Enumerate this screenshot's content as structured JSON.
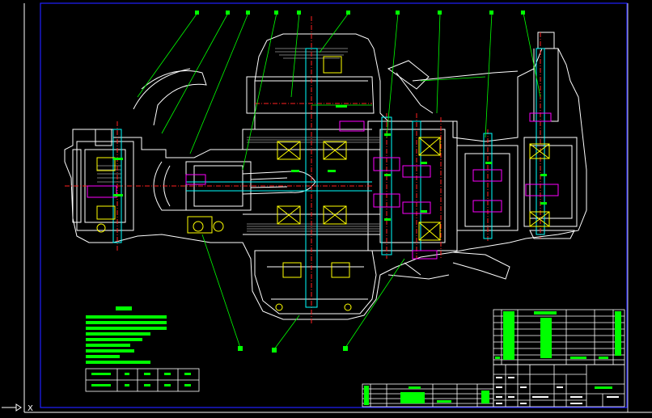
{
  "drawing": {
    "type": "CAD assembly drawing (engine / transmission cross-section)",
    "background": "#000000",
    "colors": {
      "frame": "#ffffff",
      "inner_border": "#2020ff",
      "outline": "#ffffff",
      "centerline": "#ff2020",
      "leader": "#00ff00",
      "shaft": "#00ffff",
      "bearing": "#ffff00",
      "gear": "#ff00ff",
      "text_block": "#00ff00"
    }
  },
  "ucs_icon": {
    "label_x": "X"
  },
  "balloons": {
    "count_top": 10,
    "count_bottom": 3
  }
}
